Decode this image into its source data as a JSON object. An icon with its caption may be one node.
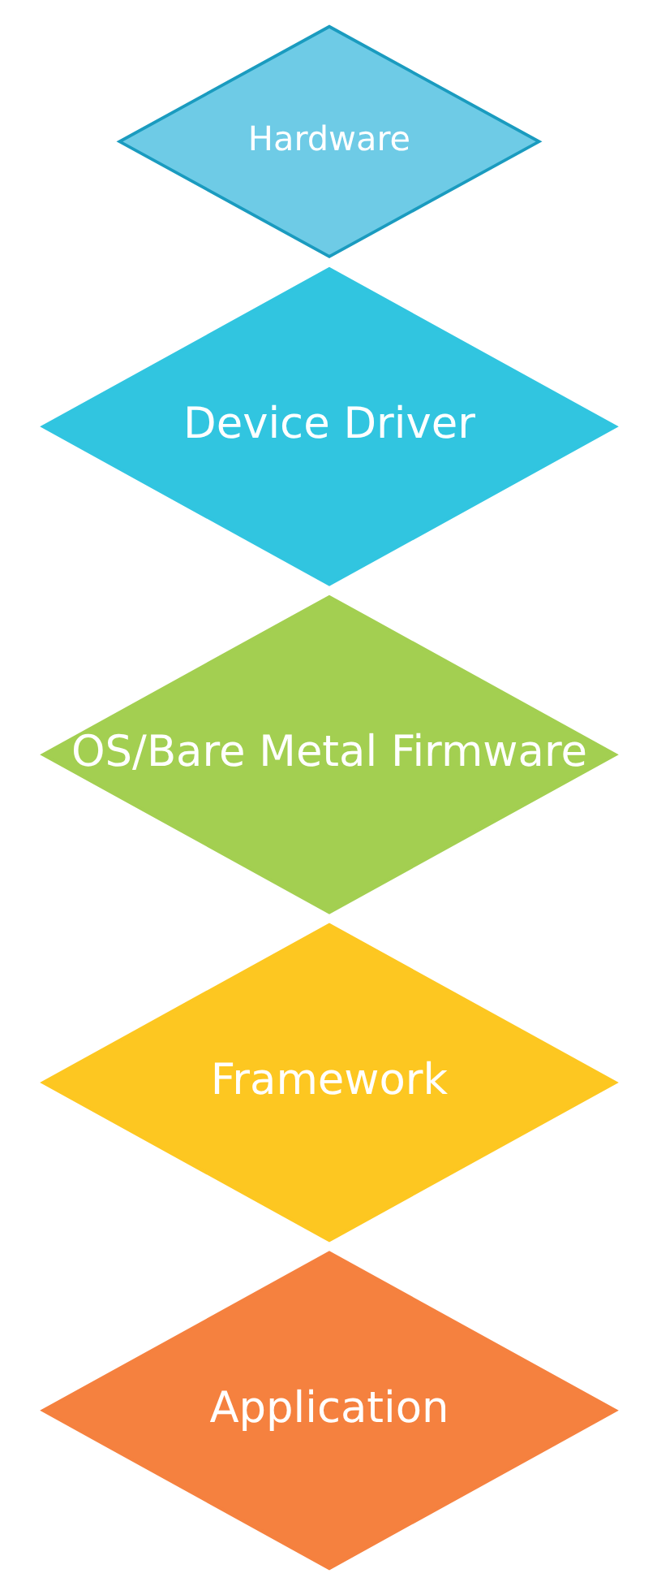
{
  "diagram": {
    "nodes": [
      {
        "text": [
          "Application"
        ]
      },
      {
        "text": [
          "Framework"
        ]
      },
      {
        "text": [
          "OS/Bare Metal Firmware"
        ]
      },
      {
        "text": [
          "Device Driver"
        ]
      },
      {
        "text": [
          "Hardware"
        ]
      }
    ]
  }
}
